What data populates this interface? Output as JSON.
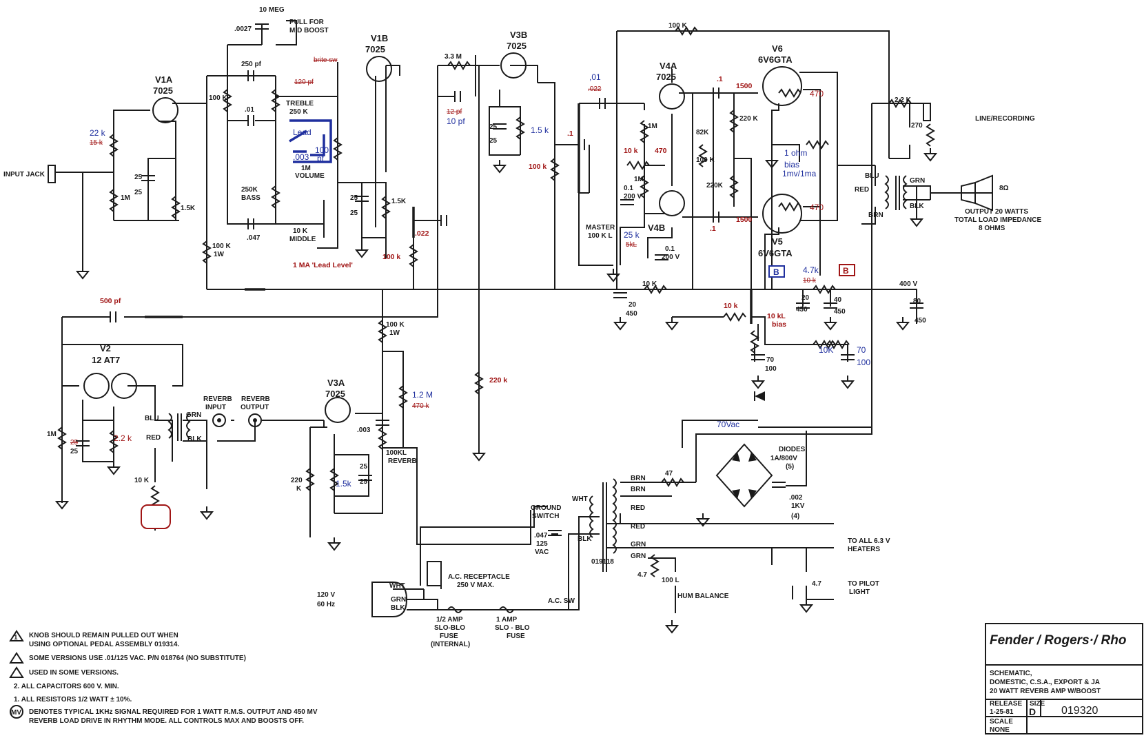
{
  "tubes": {
    "v1a": {
      "id": "V1A",
      "type": "7025"
    },
    "v1b": {
      "id": "V1B",
      "type": "7025"
    },
    "v3b": {
      "id": "V3B",
      "type": "7025"
    },
    "v4a": {
      "id": "V4A",
      "type": "7025"
    },
    "v4b": {
      "id": "V4B"
    },
    "v6": {
      "id": "V6",
      "type": "6V6GTA"
    },
    "v5": {
      "id": "V5",
      "type": "6V6GTA"
    },
    "v2": {
      "id": "V2",
      "type": "12 AT7"
    },
    "v3a": {
      "id": "V3A",
      "type": "7025"
    }
  },
  "labels": {
    "input_jack": "INPUT JACK",
    "r22k": "22 k",
    "r15k": "15 k",
    "r1m_in": "1M",
    "c25a": "25",
    "c25b": "25",
    "r15k_c": "1.5K",
    "c0027": ".0027",
    "r10meg": "10 MEG",
    "pull": "PULL FOR",
    "mid_boost": "MID BOOST",
    "c250pf": "250 pf",
    "r100k_a": "100 K",
    "c01": ".01",
    "treble": "TREBLE",
    "treble_val": "250 K",
    "brite": "brite sw",
    "c120": "120 pf",
    "lead": "Lead",
    "c003b": ".003",
    "c100pf": "100",
    "c100pf2": "pf",
    "vol1m": "1M",
    "volume": "VOLUME",
    "bass_val": "250K",
    "bass": "BASS",
    "c047": ".047",
    "r100k_1w": "100 K",
    "w1w": "1W",
    "mid_val": "10 K",
    "middle": "MIDDLE",
    "lead_level": "1 MA 'Lead Level'",
    "c25c": "25",
    "c25d": "25",
    "r15k_b": "1.5K",
    "r33m": "3.3 M",
    "c12pf": "12 pf",
    "c10pf": "10 pf",
    "c022a": ".022",
    "r100k_b": "100 k",
    "c25e": "25",
    "c25f": "25",
    "r15k_d": "1.5 k",
    "c1a": ".1",
    "r100k_c": "100 k",
    "c01b": ",01",
    "c022b": ".022",
    "r1m_v4": "1M",
    "r10k_a": "10 k",
    "r470a": "470",
    "r1m_c": "1M",
    "c01_200": "0.1",
    "v200": "200 V",
    "master": "MASTER",
    "master_val": "100 K L",
    "r25k": "25 k",
    "r5kl": "5kL",
    "c01_200b": "0.1",
    "v200b": "200 V",
    "c1b": ".1",
    "c1c": ".1",
    "r82k": "82K",
    "r100k_d": "100 K",
    "r220k_a": "220 K",
    "r220k_b": "220K",
    "r1500a": "1500",
    "r1500b": "1500",
    "r470b": "470",
    "r470c": "470",
    "r1ohm": "1 ohm",
    "bias_note1": "bias",
    "bias_note2": "1mv/1ma",
    "r100k_top": "100 K",
    "r22k_out": "2.2 K",
    "r270": "270",
    "line_rec": "LINE/RECORDING",
    "blu": "BLU",
    "red": "RED",
    "brn": "BRN",
    "grn": "GRN",
    "blk": "BLK",
    "spk": "8Ω",
    "out1": "OUTPUT 20 WATTS",
    "out2": "TOTAL LOAD IMPEDANCE",
    "out3": "8 OHMS",
    "b": "B",
    "r47k": "4.7k",
    "r10k_s": "10 k",
    "r10k_b": "10 K",
    "c20": "20",
    "v450a": "450",
    "c20b": "20",
    "v450b": "450",
    "c40": "40",
    "v450c": "450",
    "v400": "400 V",
    "c80": "80",
    "v450d": "450",
    "r10k_c": "10 k",
    "bias10kl": "10 kL",
    "bias": "bias",
    "r10k_d": "10K",
    "c70a": "70",
    "c100a": "100",
    "c70b": "70",
    "c100b": "100",
    "c500pf": "500 pf",
    "r100k_e": "100 K",
    "w1w_b": "1W",
    "r1m_v2": "1M",
    "c25g": "25",
    "c25h": "25",
    "r22k_b": "2.2 k",
    "rev_in1": "REVERB",
    "rev_in2": "INPUT",
    "rev_out1": "REVERB",
    "rev_out2": "OUTPUT",
    "blu2": "BLU",
    "red2": "RED",
    "grn2": "GRN",
    "blk2": "BLK",
    "r10k_e": "10 K",
    "c003": ".003",
    "r12m": "1.2 M",
    "r470k": "470 k",
    "r100kl": "100KL",
    "reverb": "REVERB",
    "r220k_c": "220",
    "k": "K",
    "r15k_e": "1.5k",
    "c25i": "25",
    "c25j": "25",
    "r220k_d": "220 k",
    "v70": "70Vac",
    "diodes": "DIODES",
    "d_rating": "1A/800V",
    "d_note": "(5)",
    "c002": ".002",
    "kv": "1KV",
    "d_note2": "(4)",
    "brn1": "BRN",
    "brn2": "BRN",
    "red3": "RED",
    "red4": "RED",
    "grn3": "GRN",
    "grn4": "GRN",
    "r47": "47",
    "ground_sw1": "GROUND",
    "ground_sw2": "SWITCH",
    "wht": "WHT",
    "blk3": "BLK",
    "c047b": ".047",
    "v125": "125",
    "vac": "VAC",
    "xfmr": "019118",
    "r4_7": "4.7",
    "r100l": "100 L",
    "hum": "HUM BALANCE",
    "r4_7b": "4.7",
    "heaters1": "TO ALL 6.3 V",
    "heaters2": "HEATERS",
    "pilot1": "TO PILOT",
    "pilot2": "LIGHT",
    "v120": "120 V",
    "hz": "60 Hz",
    "wht2": "WHT",
    "grn5": "GRN",
    "blk4": "BLK",
    "recept1": "A.C. RECEPTACLE",
    "recept2": "250 V MAX.",
    "acsw": "A.C. SW",
    "fuse1a": "1/2 AMP",
    "fuse1b": "SLO-BLO",
    "fuse1c": "FUSE",
    "fuse1d": "(INTERNAL)",
    "fuse2a": "1 AMP",
    "fuse2b": "SLO - BLO",
    "fuse2c": "FUSE",
    "note1a": "KNOB SHOULD REMAIN PULLED OUT WHEN",
    "note1b": "USING OPTIONAL PEDAL ASSEMBLY 019314.",
    "note2": "SOME VERSIONS USE .01/125 VAC. P/N 018764 (NO SUBSTITUTE)",
    "note3": "USED IN SOME VERSIONS.",
    "note4": "2.   ALL CAPACITORS  600 V.  MIN.",
    "note5": "1.   ALL RESISTORS  1/2  WATT ± 10%.",
    "note6a": "DENOTES TYPICAL 1KHz SIGNAL REQUIRED FOR 1 WATT R.M.S. OUTPUT AND 450 MV",
    "note6b": "REVERB LOAD DRIVE IN RHYTHM MODE. ALL CONTROLS MAX AND BOOSTS OFF.",
    "mv": "MV",
    "tb_brand": "Fender / Rogers·/ Rho",
    "tb_title1": "SCHEMATIC,",
    "tb_title2": "DOMESTIC, C.S.A., EXPORT & JA",
    "tb_title3": "20 WATT REVERB AMP W/BOOST",
    "tb_release": "RELEASE",
    "tb_date": "1-25-81",
    "tb_size": "SIZE",
    "tb_sizev": "D",
    "tb_num": "019320",
    "tb_scale": "SCALE",
    "tb_scalev": "NONE"
  }
}
